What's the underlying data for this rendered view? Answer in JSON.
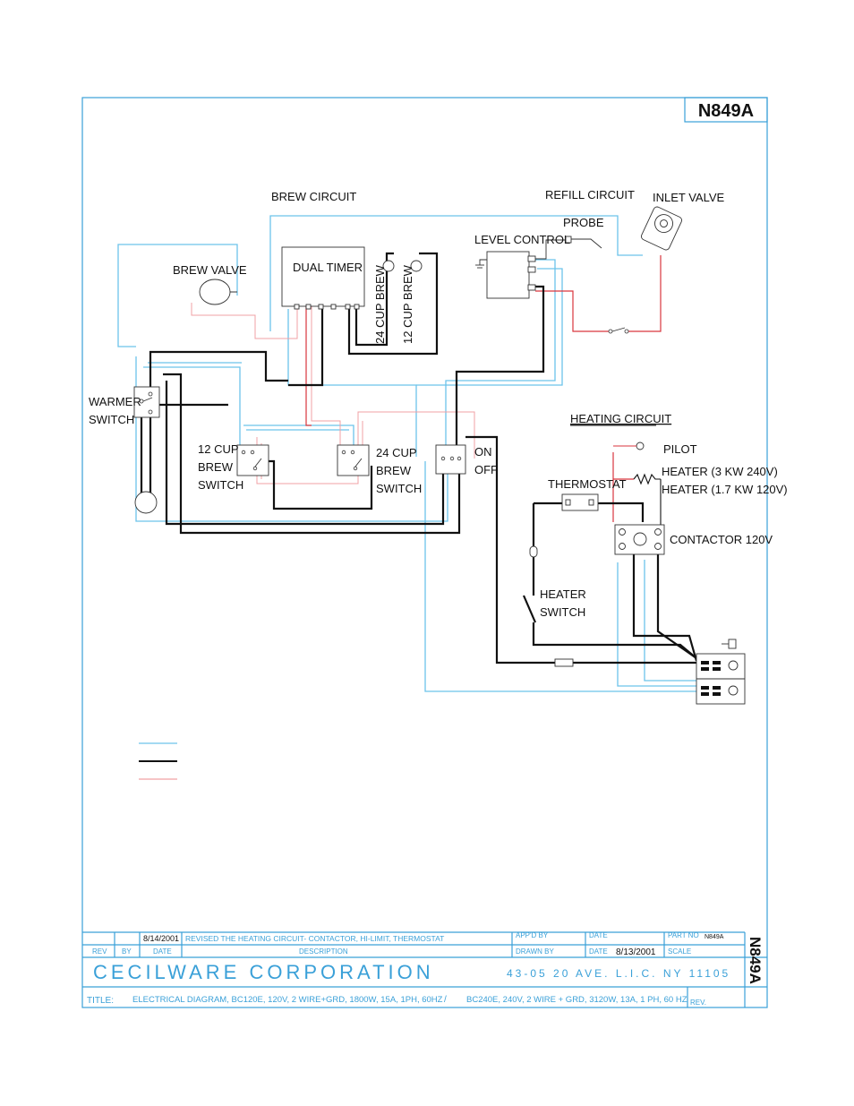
{
  "drawing_number": "N849A",
  "labels": {
    "brew_circuit": "BREW CIRCUIT",
    "refill_circuit": "REFILL CIRCUIT",
    "inlet_valve": "INLET VALVE",
    "probe": "PROBE",
    "level_control": "LEVEL CONTROL",
    "dual_timer": "DUAL TIMER",
    "brew_valve": "BREW VALVE",
    "cup24_brew_vertical": "24 CUP BREW",
    "cup12_brew_vertical": "12 CUP BREW",
    "warmer_switch": [
      "WARMER",
      "SWITCH"
    ],
    "switch_12cup": [
      "12 CUP",
      "BREW",
      "SWITCH"
    ],
    "switch_24cup": [
      "24 CUP",
      "BREW",
      "SWITCH"
    ],
    "on_off": [
      "ON",
      "OFF"
    ],
    "heating_circuit": "HEATING CIRCUIT",
    "pilot": "PILOT",
    "heater_3kw": "HEATER (3 KW 240V)",
    "heater_17kw": "HEATER (1.7 KW 120V)",
    "thermostat": "THERMOSTAT",
    "contactor": "CONTACTOR  120V",
    "heater_switch": [
      "HEATER",
      "SWITCH"
    ]
  },
  "title_block": {
    "rev_date": "8/14/2001",
    "rev_description": "REVISED THE HEATING CIRCUIT- CONTACTOR, HI-LIMIT, THERMOSTAT",
    "col_rev": "REV",
    "col_by": "BY",
    "col_date": "DATE",
    "col_description": "DESCRIPTION",
    "appd_by": "APP'D BY",
    "date_label_1": "DATE",
    "part_no_label": "PART NO",
    "part_no": "N849A",
    "drawn_by": "DRAWN BY",
    "date_label_2": "DATE",
    "drawn_date": "8/13/2001",
    "scale_label": "SCALE",
    "company": "CECILWARE CORPORATION",
    "address": "43-05  20 AVE. L.I.C.  NY  11105",
    "title_label": "TITLE:",
    "title_text_1": "ELECTRICAL DIAGRAM, BC120E, 120V,  2 WIRE+GRD, 1800W,  15A, 1PH,  60HZ",
    "title_sep": "/",
    "title_text_2": "BC240E, 240V, 2 WIRE + GRD, 3120W, 13A, 1 PH, 60 HZ",
    "rev_label": "REV."
  },
  "colors": {
    "frame": "#3aa0d8",
    "wire_black": "#111111",
    "wire_blue": "#6cc3ea",
    "wire_red": "#d9363e"
  }
}
